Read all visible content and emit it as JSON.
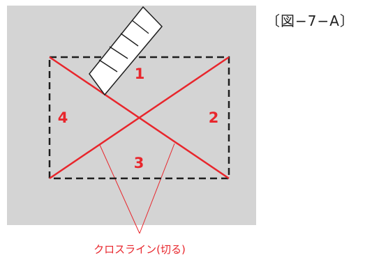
{
  "figure": {
    "label": "〔図−7−A〕"
  },
  "regions": [
    {
      "id": "1",
      "label": "1"
    },
    {
      "id": "2",
      "label": "2"
    },
    {
      "id": "3",
      "label": "3"
    },
    {
      "id": "4",
      "label": "4"
    }
  ],
  "annotation": {
    "cross_line": "クロスライン(切る)"
  },
  "colors": {
    "panel_background": "#d4d4d4",
    "cut_line": "#e8262c",
    "dashed_outline": "#1e1e1e",
    "label_text": "#e8262c",
    "page_background": "#ffffff"
  },
  "icons": {
    "cutter": "cutter-blade-icon"
  }
}
